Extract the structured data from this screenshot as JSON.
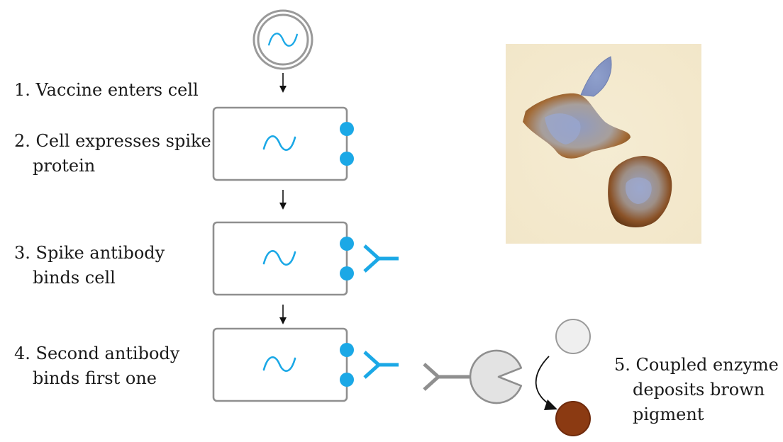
{
  "steps": [
    {
      "lines": [
        "1. Vaccine enters cell"
      ]
    },
    {
      "lines": [
        "2. Cell expresses spike",
        "protein"
      ]
    },
    {
      "lines": [
        "3. Spike antibody",
        "binds cell"
      ]
    },
    {
      "lines": [
        "4. Second antibody",
        "binds first one"
      ]
    },
    {
      "lines": [
        "5. Coupled enzyme",
        "deposits brown",
        "pigment"
      ]
    }
  ],
  "colors": {
    "spike_blue": "#1ba8e6",
    "outline_gray": "#8f8f8f",
    "enzyme_fill": "#e3e3e3",
    "substrate_fill": "#efefef",
    "pigment_brown": "#8b3a12",
    "arrow": "#111111"
  },
  "icons": {
    "vaccine": "vaccine-particle-icon",
    "rna": "mrna-wave-icon",
    "antibody": "y-antibody-icon",
    "enzyme": "pacman-enzyme-icon",
    "micrograph": "stained-cells-micrograph"
  }
}
